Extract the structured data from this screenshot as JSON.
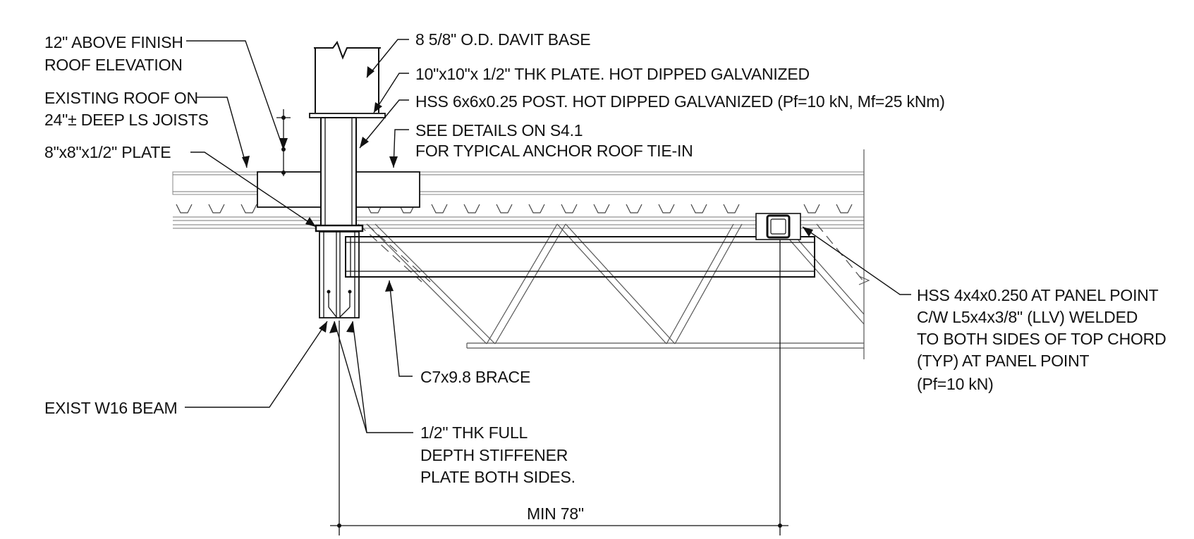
{
  "labels": {
    "above_finish_1": "12\" ABOVE FINISH",
    "above_finish_2": "ROOF ELEVATION",
    "existing_roof_1": "EXISTING ROOF ON",
    "existing_roof_2": "24\"± DEEP LS JOISTS",
    "plate_8x8": "8\"x8\"x1/2\" PLATE",
    "davit_base": "8 5/8\" O.D. DAVIT BASE",
    "plate_10x10": "10\"x10\"x 1/2\" THK PLATE. HOT DIPPED GALVANIZED",
    "hss_post": "HSS 6x6x0.25 POST. HOT DIPPED GALVANIZED (Pf=10 kN, Mf=25 kNm)",
    "see_details_1": "SEE DETAILS ON S4.1",
    "see_details_2": "FOR TYPICAL ANCHOR ROOF TIE-IN",
    "hss4_1": "HSS 4x4x0.250 AT PANEL POINT",
    "hss4_2": "C/W L5x4x3/8\" (LLV) WELDED",
    "hss4_3": "TO BOTH SIDES OF TOP CHORD",
    "hss4_4": "(TYP) AT PANEL POINT",
    "hss4_5": "(Pf=10 kN)",
    "c7_brace": "C7x9.8 BRACE",
    "w16_beam": "EXIST W16 BEAM",
    "stiffener_1": "1/2\" THK FULL",
    "stiffener_2": "DEPTH STIFFENER",
    "stiffener_3": "PLATE BOTH SIDES.",
    "dimension": "MIN 78\""
  }
}
